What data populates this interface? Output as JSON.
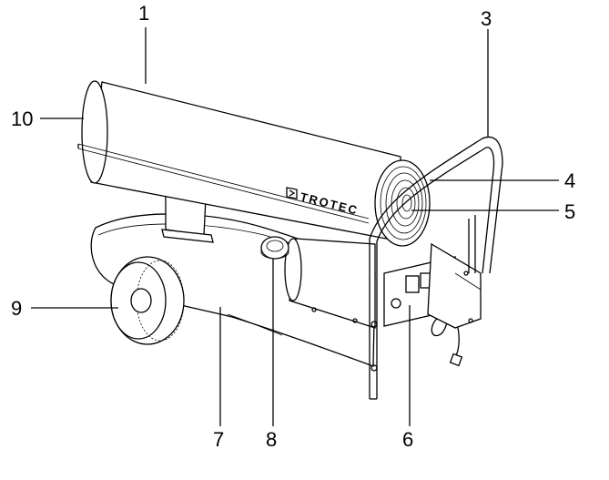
{
  "diagram": {
    "brand_text": "TROTEC",
    "callouts": [
      {
        "id": "1",
        "label": "1"
      },
      {
        "id": "3",
        "label": "3"
      },
      {
        "id": "4",
        "label": "4"
      },
      {
        "id": "5",
        "label": "5"
      },
      {
        "id": "6",
        "label": "6"
      },
      {
        "id": "7",
        "label": "7"
      },
      {
        "id": "8",
        "label": "8"
      },
      {
        "id": "9",
        "label": "9"
      },
      {
        "id": "10",
        "label": "10"
      }
    ]
  }
}
